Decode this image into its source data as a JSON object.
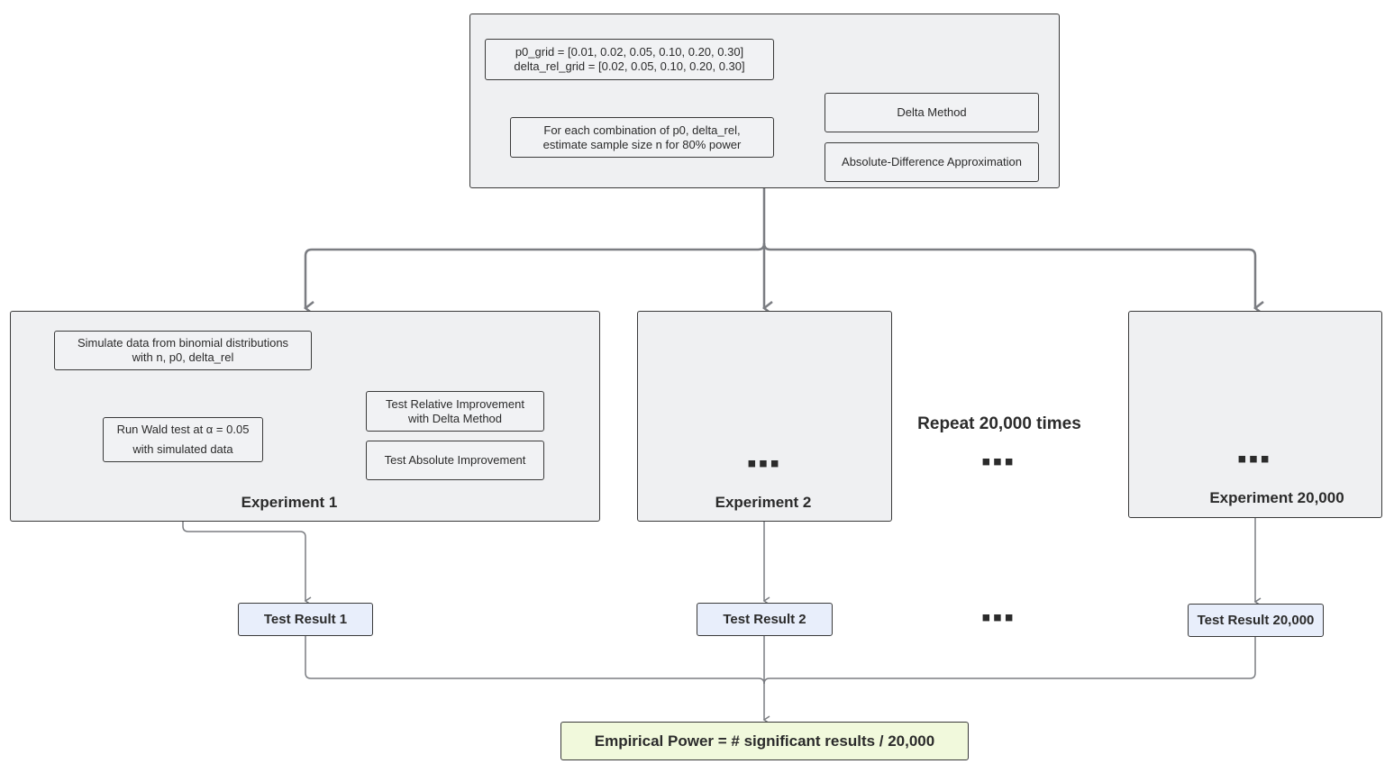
{
  "top": {
    "grid_text": "p0_grid = [0.01, 0.02, 0.05, 0.10, 0.20, 0.30]\ndelta_rel_grid = [0.02, 0.05, 0.10, 0.20, 0.30]",
    "estimate_text": "For each combination of p0, delta_rel,\nestimate sample size n for 80% power",
    "methods": [
      "Delta Method",
      "Absolute-Difference Approximation"
    ]
  },
  "experiment1": {
    "simulate_text": "Simulate data from binomial distributions\nwith n, p0, delta_rel",
    "wald_text": "Run Wald test at α = 0.05\nwith simulated data",
    "tests": [
      "Test Relative Improvement\nwith Delta Method",
      "Test Absolute Improvement"
    ],
    "label": "Experiment 1"
  },
  "experiment2": {
    "label": "Experiment 2",
    "dots": "▪▪▪"
  },
  "experiment_last": {
    "label": "Experiment 20,000",
    "dots": "▪▪▪"
  },
  "repeat_label": "Repeat 20,000 times",
  "between_dots": "▪▪▪",
  "results": [
    "Test Result 1",
    "Test Result 2",
    "Test Result 20,000"
  ],
  "results_dots": "▪▪▪",
  "final_text": "Empirical Power = # significant results / 20,000",
  "colors": {
    "group_fill": "#eff0f2",
    "result_fill": "#e8eefb",
    "final_fill": "#f1f9dc",
    "line": "#7b7d82"
  }
}
